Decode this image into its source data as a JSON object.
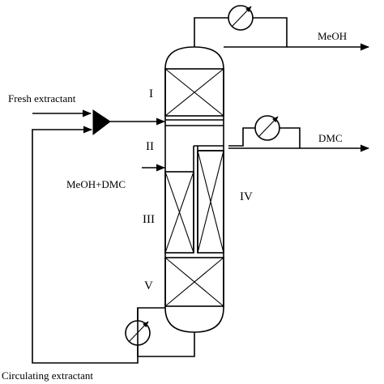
{
  "sections": {
    "s1": "I",
    "s2": "II",
    "s3": "III",
    "s4": "IV",
    "s5": "V"
  },
  "streams": {
    "fresh_extractant": "Fresh extractant",
    "meoh_dmc_feed": "MeOH+DMC",
    "meoh_product": "MeOH",
    "dmc_product": "DMC",
    "circulating_extractant": "Circulating extractant"
  },
  "icons": {
    "condenser": "heat-exchanger-icon",
    "side_condenser": "heat-exchanger-icon",
    "reboiler": "heat-exchanger-icon",
    "mixer": "mixer-triangle-icon"
  }
}
